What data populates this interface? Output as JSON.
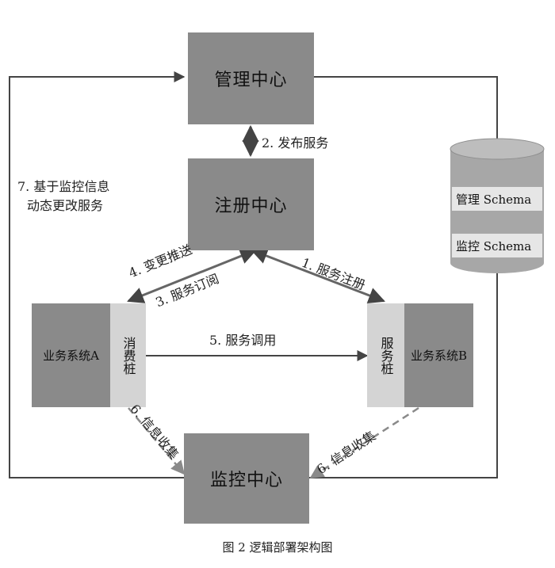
{
  "nodes": {
    "management": "管理中心",
    "registry": "注册中心",
    "monitor": "监控中心",
    "system_a": "业务系统A",
    "system_b": "业务系统B",
    "consumer_stub": "消费桩",
    "service_stub": "服务桩"
  },
  "database": {
    "schema_manage": "管理 Schema",
    "schema_monitor": "监控 Schema"
  },
  "edges": {
    "publish": "2. 发布服务",
    "register": "1. 服务注册",
    "push": "4. 变更推送",
    "subscribe": "3. 服务订阅",
    "invoke": "5. 服务调用",
    "collect_a": "6. 信息收集",
    "collect_b": "6. 信息收集",
    "feedback_line1": "7. 基于监控信息",
    "feedback_line2": "动态更改服务"
  },
  "caption": "图 2  逻辑部署架构图"
}
